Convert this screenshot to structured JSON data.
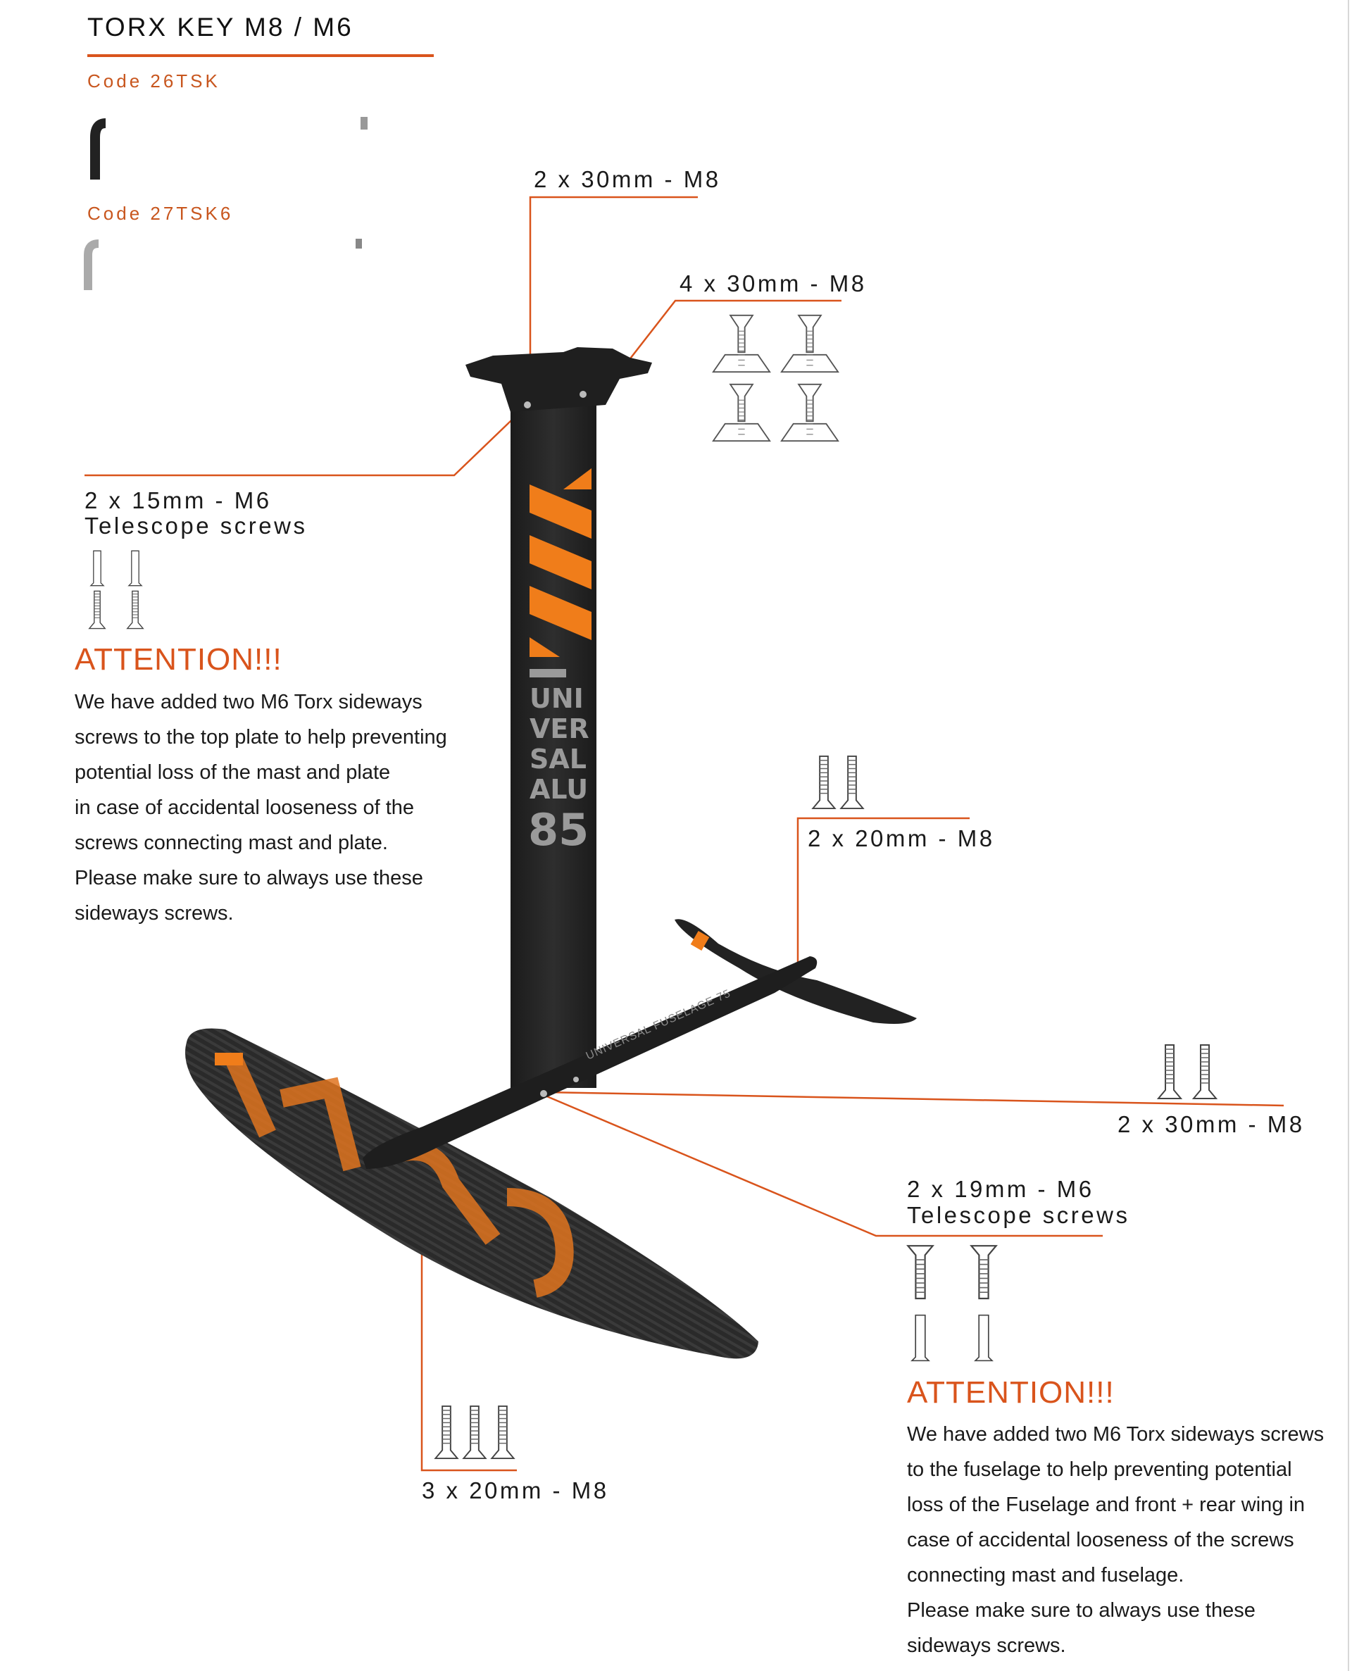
{
  "torx": {
    "title": "TORX KEY M8 / M6",
    "keys": [
      {
        "code": "Code 26TSK"
      },
      {
        "code": "Code 27TSK6"
      }
    ]
  },
  "mast": {
    "lettering": [
      "UNI",
      "VER",
      "SAL",
      "ALU",
      "85"
    ]
  },
  "fuselage": {
    "lettering": "UNIVERSAL FUSELAGE 75"
  },
  "labels": {
    "top_plate": "2 x 30mm - M8",
    "plate_screws": "4 x 30mm - M8",
    "mast_telescope": [
      "2 x 15mm - M6",
      "Telescope screws"
    ],
    "rear_wing": "2 x 20mm - M8",
    "fuselage_mast": "2 x 30mm - M8",
    "fuselage_telescope": [
      "2 x 19mm - M6",
      "Telescope screws"
    ],
    "front_wing": "3 x 20mm - M8"
  },
  "attention_left": {
    "heading": "ATTENTION!!!",
    "lines": [
      "We have added two M6 Torx sideways",
      "screws to the top plate to help preventing",
      "potential loss of the mast and plate",
      "in case of accidental looseness of the",
      "screws connecting mast and plate.",
      "Please make sure to always use these",
      "sideways screws."
    ]
  },
  "attention_right": {
    "heading": "ATTENTION!!!",
    "lines": [
      "We have added two M6 Torx sideways screws",
      "to the fuselage to help preventing  potential",
      "loss of the  Fuselage and front + rear wing in",
      "case of accidental looseness of the screws",
      "connecting mast and fuselage.",
      "Please make sure to always use these",
      "sideways screws."
    ]
  },
  "colors": {
    "accent": "#d9541c",
    "carbon": "#262626",
    "orange_graphic": "#f07d1a",
    "mast_text": "#9a9a9a"
  }
}
